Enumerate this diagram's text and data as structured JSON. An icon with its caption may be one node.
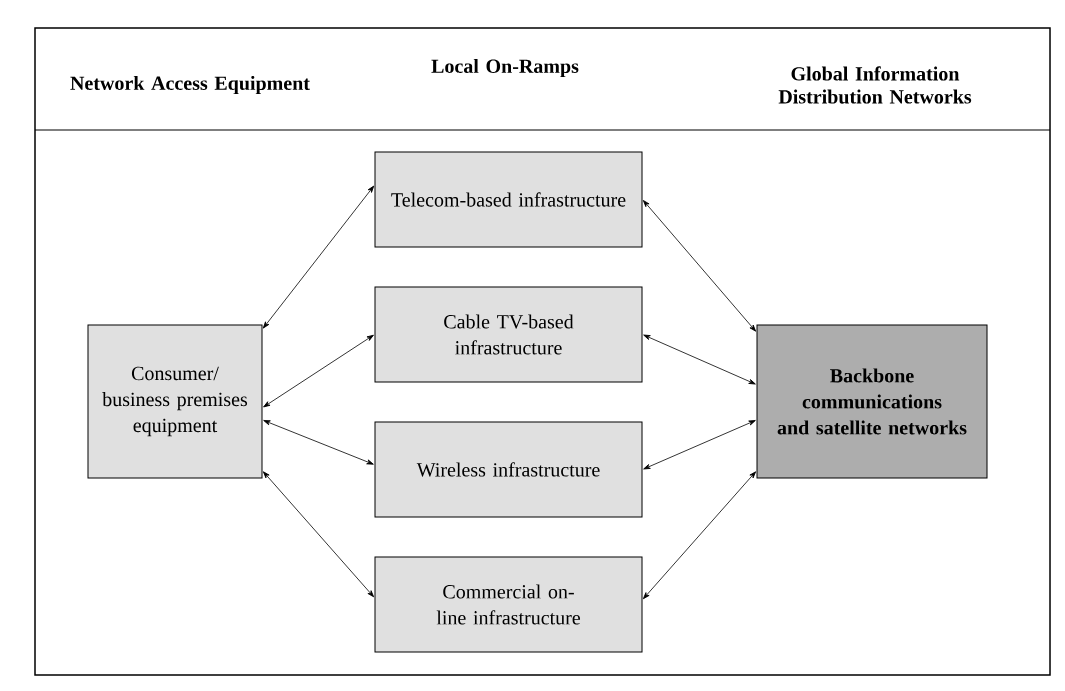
{
  "diagram": {
    "nodes": [
      {
        "text": [
          "Consumer/ business premises equipment"
        ]
      },
      {
        "text": [
          "Telecom-based infrastructure"
        ]
      },
      {
        "text": [
          "Cable TV-based infrastructure"
        ]
      },
      {
        "text": [
          "Wireless infrastructure"
        ]
      },
      {
        "text": [
          "Commercial on-line infrastructure"
        ]
      },
      {
        "text": [
          "Backbone communications and satellite networks"
        ]
      }
    ],
    "edges": [
      {
        "from": 0,
        "to": 1,
        "arrow": "both"
      },
      {
        "from": 0,
        "to": 2,
        "arrow": "both"
      },
      {
        "from": 0,
        "to": 3,
        "arrow": "both"
      },
      {
        "from": 0,
        "to": 4,
        "arrow": "both"
      },
      {
        "from": 1,
        "to": 5,
        "arrow": "both"
      },
      {
        "from": 2,
        "to": 5,
        "arrow": "both"
      },
      {
        "from": 3,
        "to": 5,
        "arrow": "both"
      },
      {
        "from": 4,
        "to": 5,
        "arrow": "both"
      }
    ],
    "labels": [
      "Network Access Equipment",
      "Local On-Ramps",
      "Global Information Distribution Networks"
    ]
  }
}
